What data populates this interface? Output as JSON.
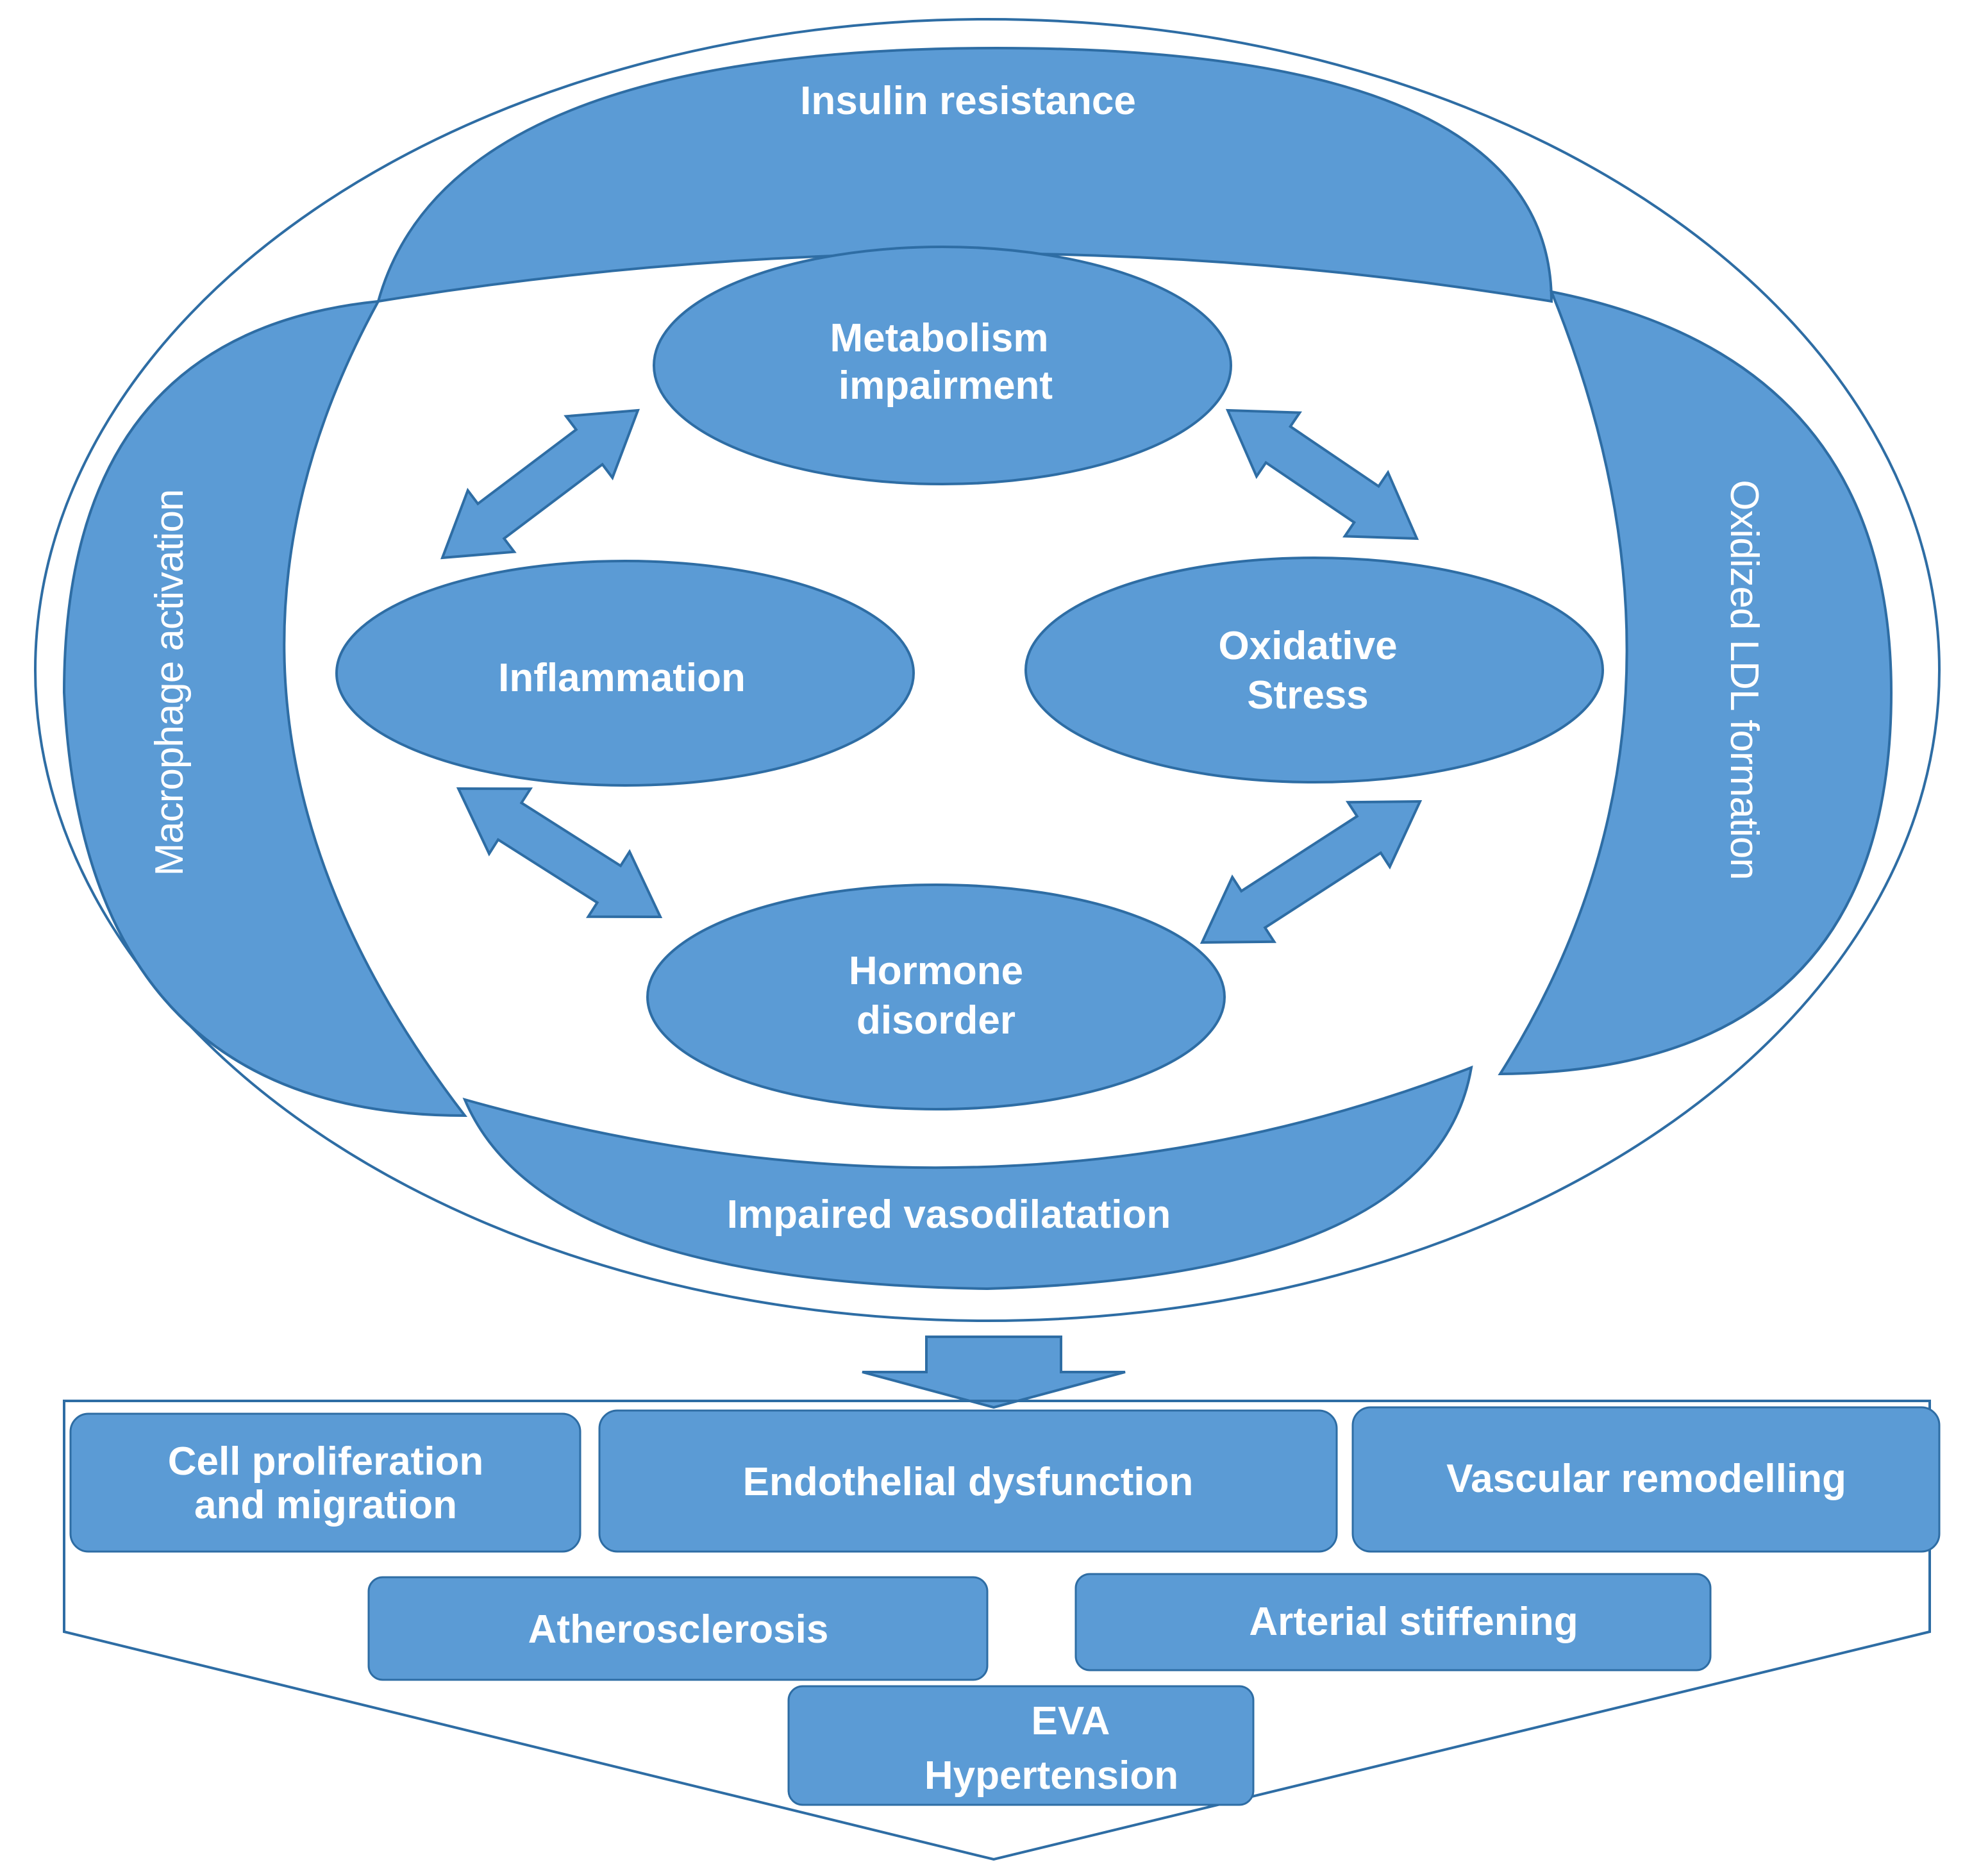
{
  "colors": {
    "fill": "#5B9BD5",
    "stroke": "#2E6DA4",
    "text": "#ffffff",
    "background": "#ffffff"
  },
  "outer_ring": {
    "top": "Insulin resistance",
    "right": "Oxidized LDL formation",
    "bottom": "Impaired vasodilatation",
    "left": "Macrophage activation"
  },
  "core": {
    "top": [
      "Metabolism",
      "impairment"
    ],
    "left": [
      "Inflammation"
    ],
    "right": [
      "Oxidative",
      "Stress"
    ],
    "bottom": [
      "Hormone",
      "disorder"
    ]
  },
  "outcomes": {
    "row1": [
      [
        "Cell proliferation",
        "and migration"
      ],
      [
        "Endothelial dysfunction"
      ],
      [
        "Vascular remodelling"
      ]
    ],
    "row2": [
      [
        "Atherosclerosis"
      ],
      [
        "Arterial stiffening"
      ]
    ],
    "row3": [
      [
        "EVA",
        "Hypertension"
      ]
    ]
  },
  "icons": {
    "cycle_arrows": "double-headed-arrow",
    "flow_arrow": "down-arrow"
  }
}
